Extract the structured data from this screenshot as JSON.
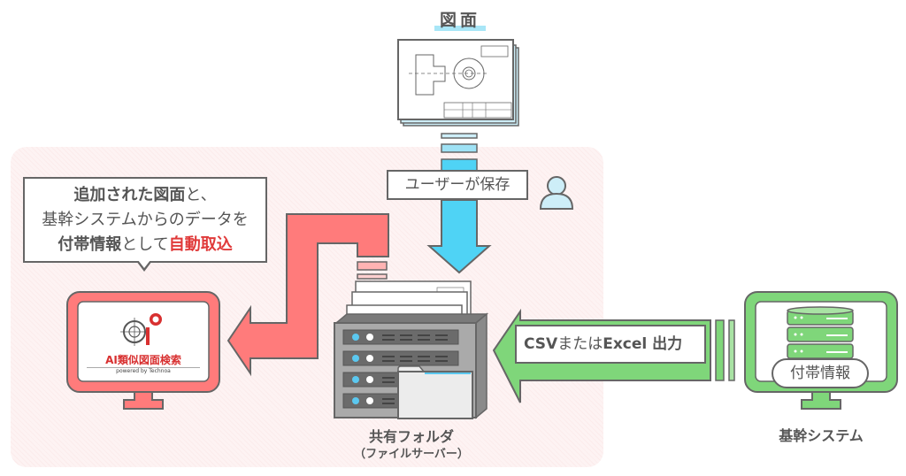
{
  "drawing": {
    "title": "図面",
    "icon": "blueprint-drawing-icon"
  },
  "user_save": {
    "label": "ユーザーが保存",
    "icon": "user-icon"
  },
  "callout": {
    "line1_bold": "追加された図面",
    "line1_rest": "と、",
    "line2": "基幹システムからのデータを",
    "line3_bold": "付帯情報",
    "line3_mid": "として",
    "line3_red": "自動取込"
  },
  "ai_app": {
    "name": "AI類似図面検索",
    "powered_by": "powered by Technoa",
    "icon": "ai-logo-icon"
  },
  "file_server": {
    "caption": "共有フォルダ",
    "subcaption": "（ファイルサーバー）",
    "icon": "server-icon"
  },
  "export": {
    "part1": "CSV",
    "part2": "または",
    "part3": "Excel",
    "part4": " 出力"
  },
  "core_system": {
    "tag": "付帯情報",
    "caption": "基幹システム",
    "icon": "database-icon"
  },
  "colors": {
    "red_accent": "#ff7b7b",
    "blue_accent": "#4fd3f5",
    "green_accent": "#7fd67a",
    "highlight_red": "#e03a3a",
    "zone_bg": "#fdf3f3"
  }
}
